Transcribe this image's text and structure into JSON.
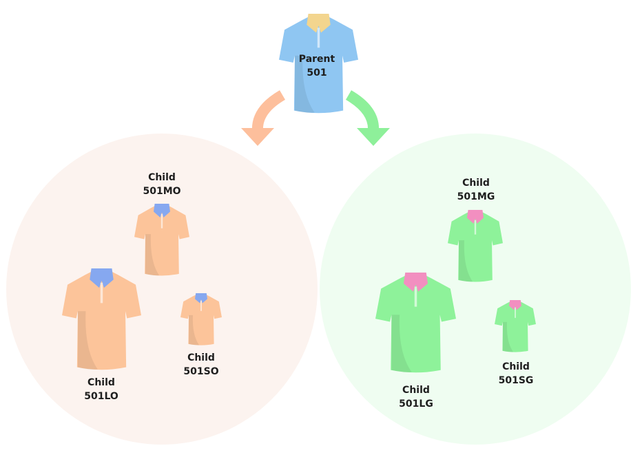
{
  "parent": {
    "line1": "Parent",
    "line2": "501",
    "color": "#8fc6f2",
    "collar": "#f3d58e"
  },
  "orange_group": {
    "bg": "#fcf3ef",
    "shirt": "#fcc49a",
    "collar": "#86a8f0",
    "children": [
      {
        "line1": "Child",
        "line2": "501MO"
      },
      {
        "line1": "Child",
        "line2": "501LO"
      },
      {
        "line1": "Child",
        "line2": "501SO"
      }
    ]
  },
  "green_group": {
    "bg": "#effdf1",
    "shirt": "#8ef29a",
    "collar": "#f28fc0",
    "children": [
      {
        "line1": "Child",
        "line2": "501MG"
      },
      {
        "line1": "Child",
        "line2": "501LG"
      },
      {
        "line1": "Child",
        "line2": "501SG"
      }
    ]
  },
  "arrows": {
    "left": "#fdbf9c",
    "right": "#8ef09a"
  }
}
